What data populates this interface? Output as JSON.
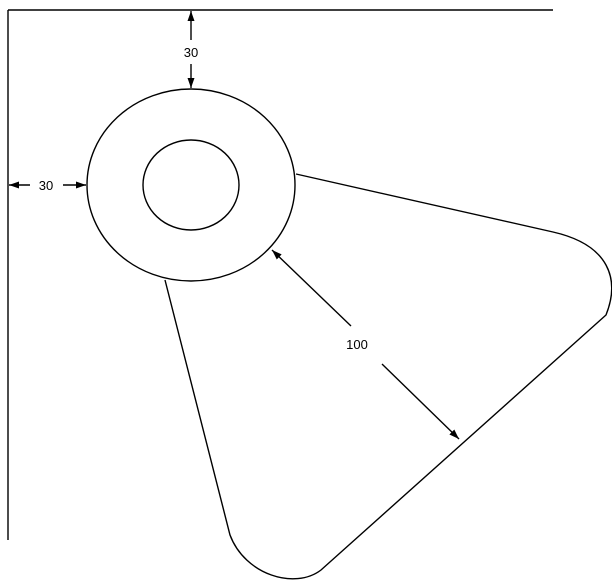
{
  "dimensions": {
    "top_offset": "30",
    "left_offset": "30",
    "radial_distance": "100"
  },
  "colors": {
    "stroke": "#000000",
    "background": "#ffffff"
  }
}
